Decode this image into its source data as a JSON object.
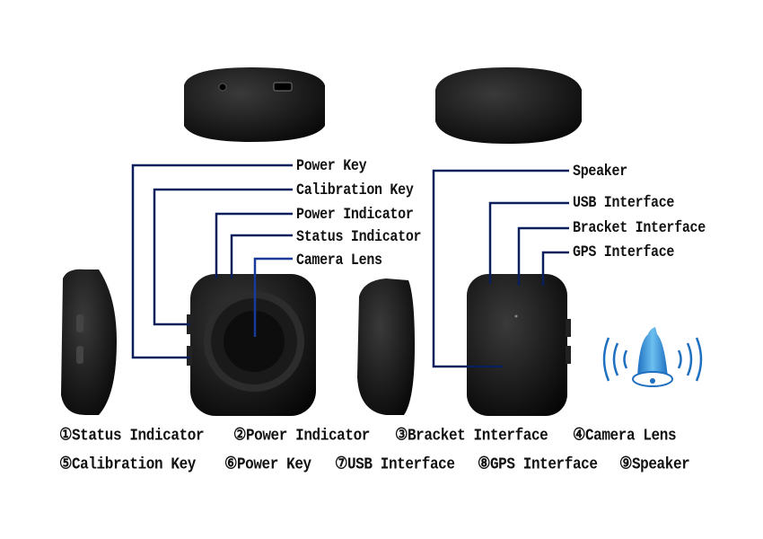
{
  "callouts_front": [
    "Power Key",
    "Calibration Key",
    "Power Indicator",
    "Status Indicator",
    "Camera Lens"
  ],
  "callouts_back": [
    "Speaker",
    "USB Interface",
    "Bracket Interface",
    "GPS Interface"
  ],
  "legend": [
    "①Status Indicator",
    "②Power Indicator",
    "③Bracket Interface",
    "④Camera Lens",
    "⑤Calibration Key",
    "⑥Power Key",
    "⑦USB Interface",
    "⑧GPS Interface",
    "⑨Speaker"
  ],
  "colors": {
    "leader_line": "#0a1f5c",
    "device": "#111111",
    "bell": "#3a8fd8"
  }
}
